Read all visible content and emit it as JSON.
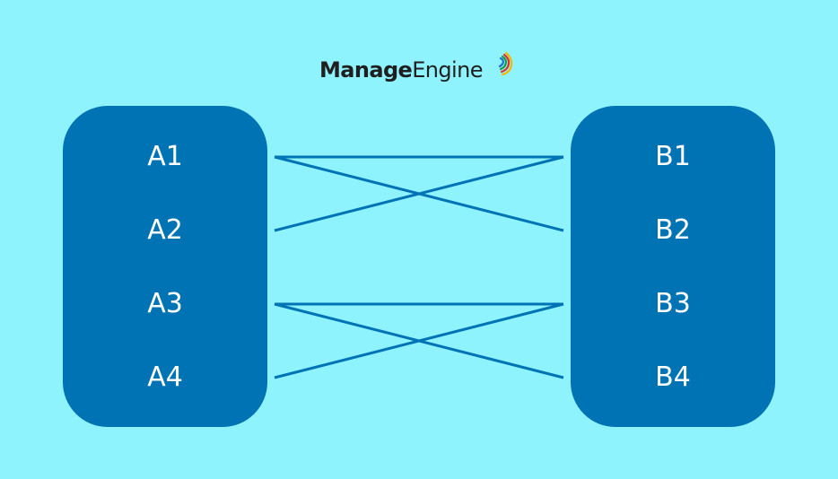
{
  "colors": {
    "background": "#8ff3fe",
    "box": "#0073b4",
    "line": "#0073b4",
    "node_text": "#ffffff"
  },
  "logo": {
    "brand_bold": "Manage",
    "brand_light": "Engine",
    "icon": "manageengine-arc-logo"
  },
  "group_a": {
    "nodes": [
      "A1",
      "A2",
      "A3",
      "A4"
    ]
  },
  "group_b": {
    "nodes": [
      "B1",
      "B2",
      "B3",
      "B4"
    ]
  },
  "links": [
    [
      "A1",
      "B1"
    ],
    [
      "A1",
      "B2"
    ],
    [
      "A2",
      "B1"
    ],
    [
      "A3",
      "B3"
    ],
    [
      "A3",
      "B4"
    ],
    [
      "A4",
      "B3"
    ]
  ]
}
